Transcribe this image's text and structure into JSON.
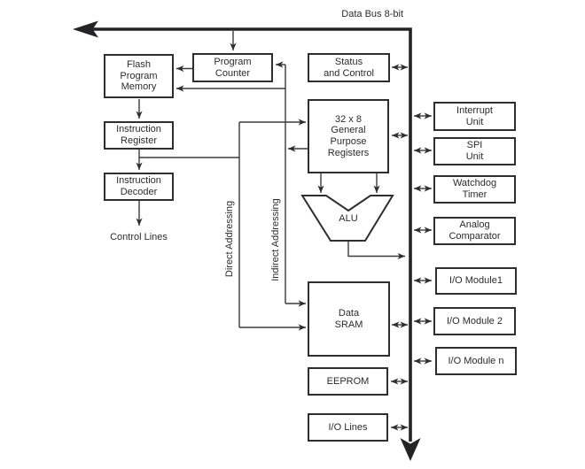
{
  "bus": {
    "label": "Data Bus 8-bit"
  },
  "blocks": {
    "flash": {
      "label": "Flash\nProgram\nMemory"
    },
    "program_counter": {
      "label": "Program\nCounter"
    },
    "status_control": {
      "label": "Status\nand Control"
    },
    "instruction_register": {
      "label": "Instruction\nRegister"
    },
    "instruction_decoder": {
      "label": "Instruction\nDecoder"
    },
    "gp_registers": {
      "label": "32 x 8\nGeneral\nPurpose\nRegisters"
    },
    "alu": {
      "label": "ALU"
    },
    "data_sram": {
      "label": "Data\nSRAM"
    },
    "eeprom": {
      "label": "EEPROM"
    },
    "io_lines": {
      "label": "I/O Lines"
    },
    "interrupt_unit": {
      "label": "Interrupt\nUnit"
    },
    "spi_unit": {
      "label": "SPI\nUnit"
    },
    "watchdog_timer": {
      "label": "Watchdog\nTimer"
    },
    "analog_comparator": {
      "label": "Analog\nComparator"
    },
    "io_module_1": {
      "label": "I/O Module1"
    },
    "io_module_2": {
      "label": "I/O Module 2"
    },
    "io_module_n": {
      "label": "I/O Module n"
    }
  },
  "annotations": {
    "control_lines": "Control Lines",
    "direct_addressing": "Direct Addressing",
    "indirect_addressing": "Indirect Addressing"
  },
  "colors": {
    "ink": "#2b2b2d",
    "bus": "#242426",
    "background": "#ffffff"
  }
}
